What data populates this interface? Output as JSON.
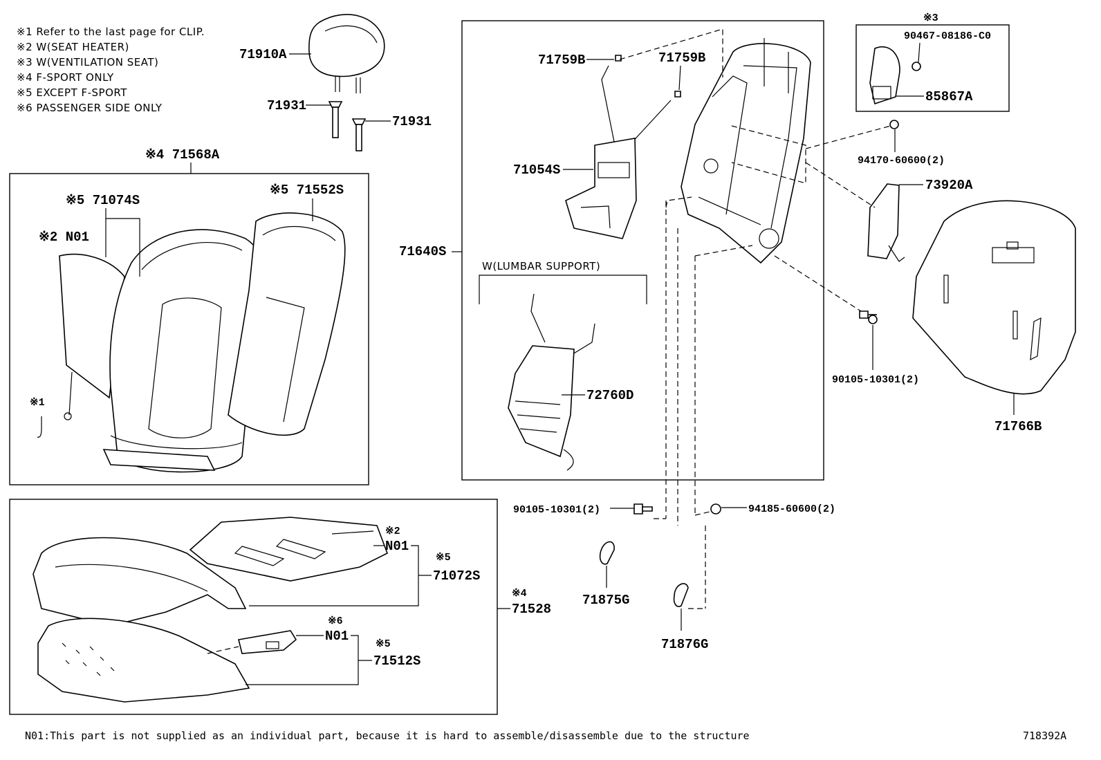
{
  "notes": [
    "※1  Refer to the last page for CLIP.",
    "※2  W(SEAT HEATER)",
    "※3  W(VENTILATION SEAT)",
    "※4  F-SPORT ONLY",
    "※5  EXCEPT F-SPORT",
    "※6  PASSENGER SIDE ONLY"
  ],
  "labels": {
    "p71910A": "71910A",
    "p71931a": "71931",
    "p71931b": "71931",
    "p71568A": "※4 71568A",
    "p71074S": "※5 71074S",
    "p71552S": "※5 71552S",
    "pN01a": "※2 N01",
    "mark1": "※1",
    "p71759Ba": "71759B",
    "p71759Bb": "71759B",
    "p71054S": "71054S",
    "p71640S": "71640S",
    "lumbar": "W(LUMBAR SUPPORT)",
    "p72760D": "72760D",
    "mark3": "※3",
    "p90467": "90467-08186-C0",
    "p85867A": "85867A",
    "p94170": "94170-60600(2)",
    "p73920A": "73920A",
    "p90105a": "90105-10301(2)",
    "p71766B": "71766B",
    "p90105b": "90105-10301(2)",
    "p94185": "94185-60600(2)",
    "mark2b": "※2",
    "pN01b": "N01",
    "mark5a": "※5",
    "p71072S": "71072S",
    "mark4b": "※4",
    "p71528": "71528",
    "mark6": "※6",
    "pN01c": "N01",
    "mark5b": "※5",
    "p71512S": "71512S",
    "p71875G": "71875G",
    "p71876G": "71876G"
  },
  "footer": {
    "note": "N01:This part is not supplied as an individual part, because it is hard to assemble/disassemble due to the structure",
    "code": "718392A"
  }
}
